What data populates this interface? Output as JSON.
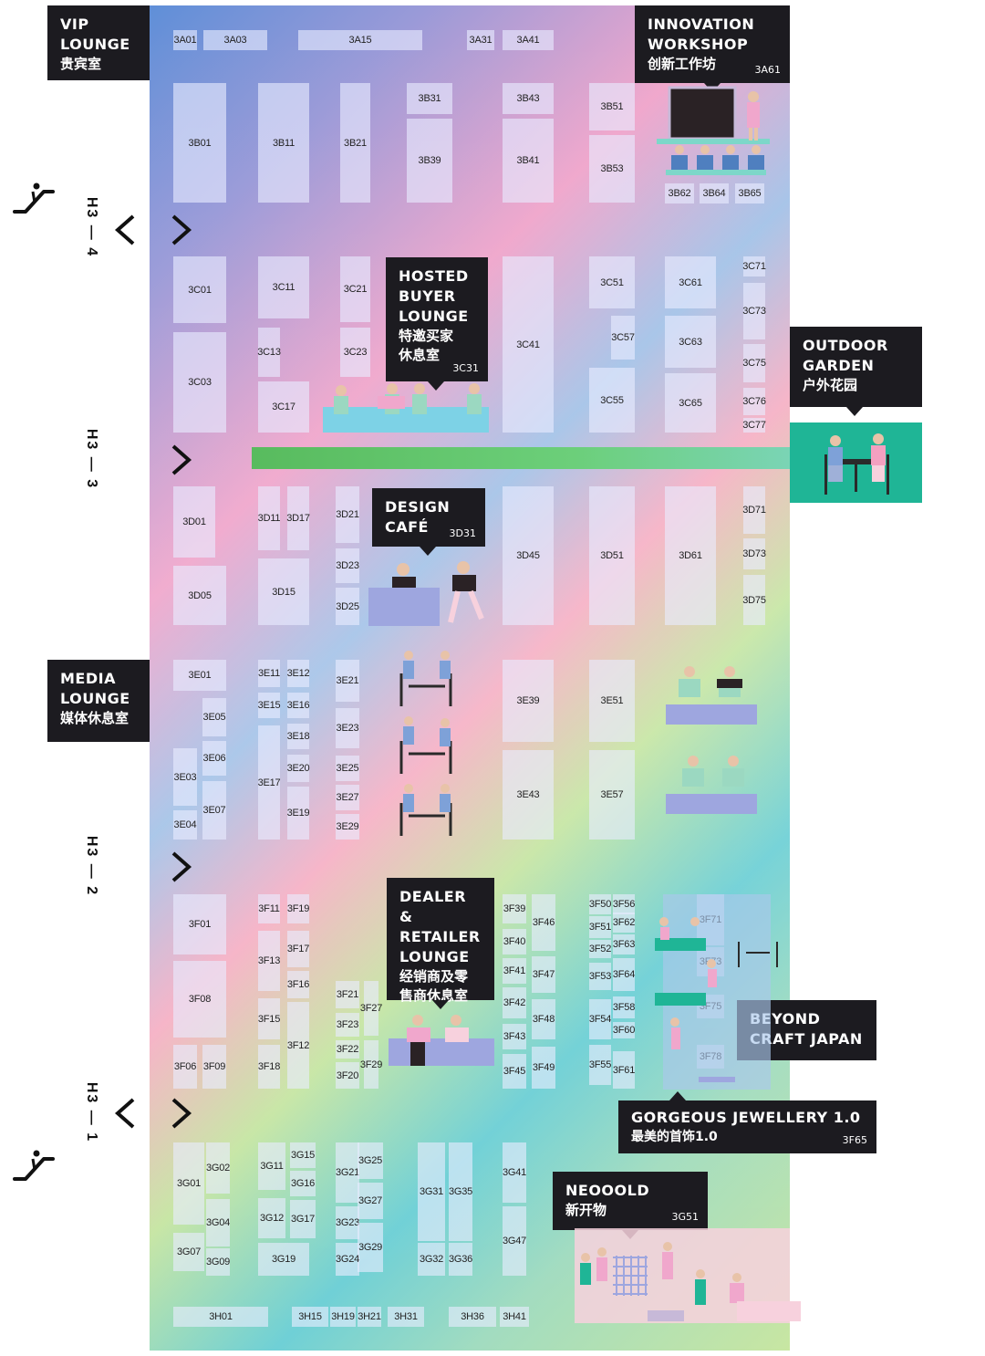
{
  "lounges": {
    "vip": {
      "en": "VIP\nLOUNGE",
      "zh": "贵宾室"
    },
    "innovation": {
      "en": "INNOVATION\nWORKSHOP",
      "zh": "创新工作坊",
      "code": "3A61"
    },
    "hosted_buyer": {
      "en": "HOSTED\nBUYER\nLOUNGE",
      "zh": "特邀买家\n休息室",
      "code": "3C31"
    },
    "outdoor": {
      "en": "OUTDOOR\nGARDEN",
      "zh": "户外花园"
    },
    "design_cafe": {
      "en": "DESIGN\nCAFÉ",
      "code": "3D31"
    },
    "media": {
      "en": "MEDIA\nLOUNGE",
      "zh": "媒体休息室"
    },
    "dealer": {
      "en": "DEALER &\nRETAILER\nLOUNGE",
      "zh": "经销商及零\n售商休息室"
    },
    "beyond": {
      "en": "BEYOND\nCRAFT JAPAN"
    },
    "gorgeous": {
      "en": "GORGEOUS JEWELLERY 1.0",
      "zh": "最美的首饰1.0",
      "code": "3F65"
    },
    "neoold": {
      "en": "NEOOOLD",
      "zh": "新开物",
      "code": "3G51"
    }
  },
  "halls": {
    "h34": "H3 — 4",
    "h33": "H3 — 3",
    "h32": "H3 — 2",
    "h31": "H3 — 1"
  },
  "colors": {
    "lounge": "#1c1b20",
    "garden": "#1fb596",
    "path": "#58bb5e"
  },
  "icons": [
    "escalator-icon",
    "chevron-left-icon",
    "chevron-right-icon"
  ],
  "booths": [
    {
      "id": "3A01"
    },
    {
      "id": "3A03"
    },
    {
      "id": "3A15"
    },
    {
      "id": "3A31"
    },
    {
      "id": "3A41"
    },
    {
      "id": "3B01"
    },
    {
      "id": "3B11"
    },
    {
      "id": "3B21"
    },
    {
      "id": "3B31"
    },
    {
      "id": "3B39"
    },
    {
      "id": "3B43"
    },
    {
      "id": "3B41"
    },
    {
      "id": "3B51"
    },
    {
      "id": "3B53"
    },
    {
      "id": "3B62"
    },
    {
      "id": "3B64"
    },
    {
      "id": "3B65"
    },
    {
      "id": "3C01"
    },
    {
      "id": "3C03"
    },
    {
      "id": "3C11"
    },
    {
      "id": "3C13"
    },
    {
      "id": "3C17"
    },
    {
      "id": "3C21"
    },
    {
      "id": "3C23"
    },
    {
      "id": "3C41"
    },
    {
      "id": "3C51"
    },
    {
      "id": "3C57"
    },
    {
      "id": "3C55"
    },
    {
      "id": "3C61"
    },
    {
      "id": "3C63"
    },
    {
      "id": "3C65"
    },
    {
      "id": "3C71"
    },
    {
      "id": "3C73"
    },
    {
      "id": "3C75"
    },
    {
      "id": "3C76"
    },
    {
      "id": "3C77"
    },
    {
      "id": "3D01"
    },
    {
      "id": "3D05"
    },
    {
      "id": "3D11"
    },
    {
      "id": "3D17"
    },
    {
      "id": "3D15"
    },
    {
      "id": "3D21"
    },
    {
      "id": "3D23"
    },
    {
      "id": "3D25"
    },
    {
      "id": "3D45"
    },
    {
      "id": "3D51"
    },
    {
      "id": "3D61"
    },
    {
      "id": "3D71"
    },
    {
      "id": "3D73"
    },
    {
      "id": "3D75"
    },
    {
      "id": "3E01"
    },
    {
      "id": "3E05"
    },
    {
      "id": "3E06"
    },
    {
      "id": "3E03"
    },
    {
      "id": "3E07"
    },
    {
      "id": "3E04"
    },
    {
      "id": "3E11"
    },
    {
      "id": "3E12"
    },
    {
      "id": "3E15"
    },
    {
      "id": "3E16"
    },
    {
      "id": "3E18"
    },
    {
      "id": "3E20"
    },
    {
      "id": "3E17"
    },
    {
      "id": "3E19"
    },
    {
      "id": "3E21"
    },
    {
      "id": "3E23"
    },
    {
      "id": "3E25"
    },
    {
      "id": "3E27"
    },
    {
      "id": "3E29"
    },
    {
      "id": "3E39"
    },
    {
      "id": "3E43"
    },
    {
      "id": "3E51"
    },
    {
      "id": "3E57"
    },
    {
      "id": "3F01"
    },
    {
      "id": "3F08"
    },
    {
      "id": "3F06"
    },
    {
      "id": "3F09"
    },
    {
      "id": "3F11"
    },
    {
      "id": "3F19"
    },
    {
      "id": "3F13"
    },
    {
      "id": "3F17"
    },
    {
      "id": "3F16"
    },
    {
      "id": "3F15"
    },
    {
      "id": "3F12"
    },
    {
      "id": "3F18"
    },
    {
      "id": "3F21"
    },
    {
      "id": "3F27"
    },
    {
      "id": "3F23"
    },
    {
      "id": "3F22"
    },
    {
      "id": "3F29"
    },
    {
      "id": "3F20"
    },
    {
      "id": "3F39"
    },
    {
      "id": "3F46"
    },
    {
      "id": "3F40"
    },
    {
      "id": "3F41"
    },
    {
      "id": "3F47"
    },
    {
      "id": "3F42"
    },
    {
      "id": "3F48"
    },
    {
      "id": "3F43"
    },
    {
      "id": "3F45"
    },
    {
      "id": "3F49"
    },
    {
      "id": "3F50"
    },
    {
      "id": "3F56"
    },
    {
      "id": "3F51"
    },
    {
      "id": "3F62"
    },
    {
      "id": "3F52"
    },
    {
      "id": "3F63"
    },
    {
      "id": "3F53"
    },
    {
      "id": "3F64"
    },
    {
      "id": "3F54"
    },
    {
      "id": "3F58"
    },
    {
      "id": "3F60"
    },
    {
      "id": "3F55"
    },
    {
      "id": "3F61"
    },
    {
      "id": "3F71"
    },
    {
      "id": "3F73"
    },
    {
      "id": "3F75"
    },
    {
      "id": "3F78"
    },
    {
      "id": "3G01"
    },
    {
      "id": "3G02"
    },
    {
      "id": "3G04"
    },
    {
      "id": "3G07"
    },
    {
      "id": "3G09"
    },
    {
      "id": "3G11"
    },
    {
      "id": "3G15"
    },
    {
      "id": "3G16"
    },
    {
      "id": "3G12"
    },
    {
      "id": "3G17"
    },
    {
      "id": "3G19"
    },
    {
      "id": "3G21"
    },
    {
      "id": "3G25"
    },
    {
      "id": "3G27"
    },
    {
      "id": "3G23"
    },
    {
      "id": "3G29"
    },
    {
      "id": "3G24"
    },
    {
      "id": "3G31"
    },
    {
      "id": "3G35"
    },
    {
      "id": "3G32"
    },
    {
      "id": "3G36"
    },
    {
      "id": "3G41"
    },
    {
      "id": "3G47"
    },
    {
      "id": "3H01"
    },
    {
      "id": "3H15"
    },
    {
      "id": "3H19"
    },
    {
      "id": "3H21"
    },
    {
      "id": "3H31"
    },
    {
      "id": "3H36"
    },
    {
      "id": "3H41"
    }
  ]
}
